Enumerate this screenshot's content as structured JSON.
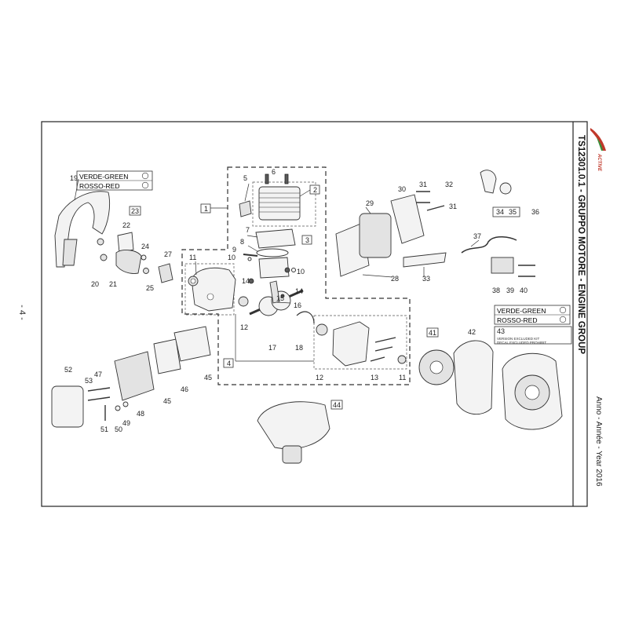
{
  "page_number": "- 4 -",
  "title": "TS12301.0.1 - GRUPPO MOTORE - ENGINE GROUP",
  "year": "Anno - Année - Year 2016",
  "brand": "ACTIVE",
  "color_options_1": {
    "green": "VERDE-GREEN",
    "red": "ROSSO-RED"
  },
  "color_options_2": {
    "green": "VERDE-GREEN",
    "red": "ROSSO-RED"
  },
  "decal_note_1": "VERSION EXCLUDED KIT",
  "decal_note_2": "DECAL EXCLUDED PROHIBIT",
  "part_numbers": {
    "p1": "1",
    "p2": "2",
    "p3": "3",
    "p4": "4",
    "p5": "5",
    "p6": "6",
    "p7": "7",
    "p8": "8",
    "p9": "9",
    "p10a": "10",
    "p10b": "10",
    "p11a": "11",
    "p11b": "11",
    "p12a": "12",
    "p12b": "12",
    "p13": "13",
    "p14a": "14",
    "p14b": "14",
    "p15": "15",
    "p16": "16",
    "p17": "17",
    "p18": "18",
    "p19": "19",
    "p20": "20",
    "p21": "21",
    "p22": "22",
    "p23": "23",
    "p24": "24",
    "p25": "25",
    "p27": "27",
    "p28": "28",
    "p29": "29",
    "p30": "30",
    "p31a": "31",
    "p31b": "31",
    "p32": "32",
    "p33": "33",
    "p34": "34",
    "p35": "35",
    "p36": "36",
    "p37": "37",
    "p38": "38",
    "p39": "39",
    "p40": "40",
    "p41": "41",
    "p42": "42",
    "p43": "43",
    "p44": "44",
    "p45a": "45",
    "p45b": "45",
    "p46": "46",
    "p47": "47",
    "p48": "48",
    "p49": "49",
    "p50": "50",
    "p51": "51",
    "p52": "52",
    "p53": "53"
  }
}
